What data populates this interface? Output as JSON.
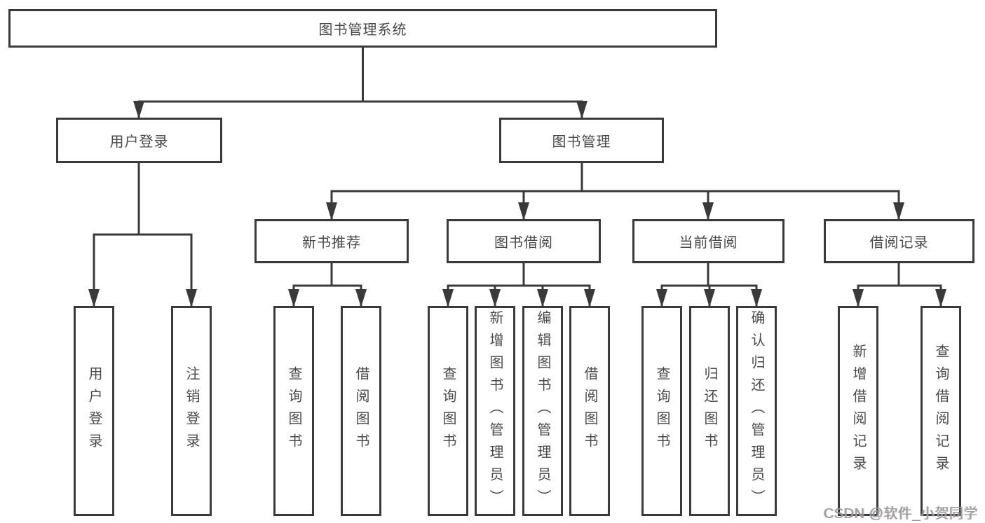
{
  "diagram": {
    "root": "图书管理系统",
    "level2": {
      "user_login": "用户登录",
      "book_mgmt": "图书管理"
    },
    "level3": {
      "new_book_rec": "新书推荐",
      "book_borrow": "图书借阅",
      "current_borrow": "当前借阅",
      "borrow_records": "借阅记录"
    },
    "leaves": {
      "user_login": "用户登录",
      "logout": "注销登录",
      "rec_query_books": "查询图书",
      "rec_borrow_books": "借阅图书",
      "bor_query_books": "查询图书",
      "bor_add_books": "新增图书（管理员）",
      "bor_edit_books": "编辑图书（管理员）",
      "bor_borrow_books": "借阅图书",
      "cur_query_books": "查询图书",
      "cur_return_books": "归还图书",
      "cur_confirm_return": "确认归还（管理员）",
      "records_add": "新增借阅记录",
      "records_query": "查询借阅记录"
    }
  },
  "watermark": {
    "text": "CSDN @软件_小贺同学",
    "color": "#9a9a9a"
  },
  "colors": {
    "line": "#3a3a3a",
    "text": "#4a4a4a",
    "background": "#ffffff"
  }
}
